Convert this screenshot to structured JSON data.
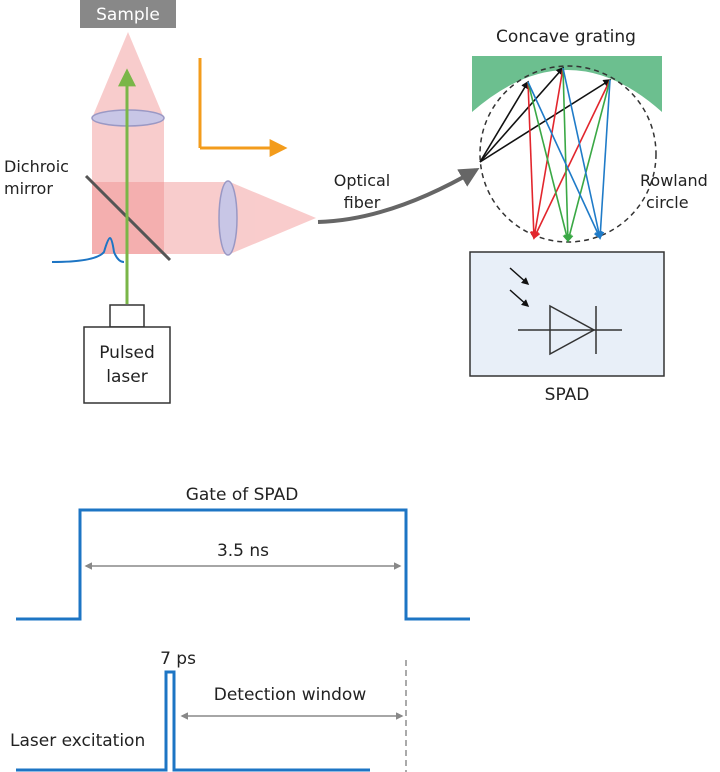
{
  "labels": {
    "sample": "Sample",
    "dichroic_line1": "Dichroic",
    "dichroic_line2": "mirror",
    "optical_line1": "Optical",
    "optical_line2": "fiber",
    "grating": "Concave grating",
    "rowland_line1": "Rowland",
    "rowland_line2": "circle",
    "laser_line1": "Pulsed",
    "laser_line2": "laser",
    "spad": "SPAD",
    "gate": "Gate of SPAD",
    "gate_width": "3.5 ns",
    "pulse_width": "7 ps",
    "detection_window": "Detection window",
    "laser_excitation": "Laser excitation"
  },
  "colors": {
    "beam_pink": "#f4a3a3",
    "excitation_green": "#7ab648",
    "grating_green": "#6cbf8f",
    "axis_orange": "#f39c1c",
    "signal_blue": "#1d75c4",
    "ray_red": "#e2262d",
    "ray_blue": "#1f7bc8",
    "lens_lavender": "#c8c6e6",
    "spad_box": "#e8eff8",
    "sample_box": "#888888"
  }
}
